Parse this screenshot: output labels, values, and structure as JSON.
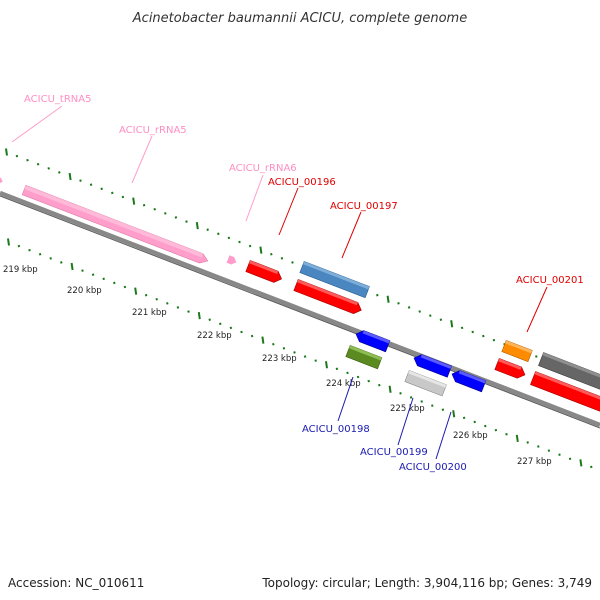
{
  "title": "Acinetobacter baumannii ACICU, complete genome",
  "footer": {
    "accession": "Accession: NC_010611",
    "summary": "Topology: circular; Length: 3,904,116 bp; Genes: 3,749"
  },
  "colors": {
    "backbone": "#808080",
    "tick": "#1a7a1a",
    "rna": "#ff9ecb",
    "rna_label": "#ff8ec4",
    "red_label": "#e00000",
    "blue_label": "#1a1ab0"
  },
  "scale_labels": [
    "219 kbp",
    "220 kbp",
    "221 kbp",
    "222 kbp",
    "223 kbp",
    "224 kbp",
    "225 kbp",
    "226 kbp",
    "227 kbp"
  ],
  "genes": [
    {
      "id": "ACICU_tRNA5",
      "color": "#ff9ecb",
      "strand": "+"
    },
    {
      "id": "ACICU_rRNA5",
      "color": "#ff9ecb",
      "strand": "+"
    },
    {
      "id": "ACICU_rRNA6",
      "color": "#ff9ecb",
      "strand": "+"
    },
    {
      "id": "ACICU_00196",
      "color": "#ff0000",
      "strand": "+"
    },
    {
      "id": "ACICU_00197",
      "color": "#4a86c0",
      "strand": "+"
    },
    {
      "id": "ACICU_00197",
      "color": "#ff0000",
      "strand": "+"
    },
    {
      "id": "ACICU_00198",
      "color": "#0000ff",
      "strand": "-"
    },
    {
      "id": "ACICU_00198",
      "color": "#5a8a20",
      "strand": "-"
    },
    {
      "id": "ACICU_00199",
      "color": "#0000ff",
      "strand": "-"
    },
    {
      "id": "ACICU_00199",
      "color": "#c8c8c8",
      "strand": "-"
    },
    {
      "id": "ACICU_00200",
      "color": "#0000ff",
      "strand": "-"
    },
    {
      "id": "ACICU_00201",
      "color": "#ff8c00",
      "strand": "+"
    },
    {
      "id": "ACICU_00201",
      "color": "#ff0000",
      "strand": "+"
    },
    {
      "id": "ACICU_00201",
      "color": "#666666",
      "strand": "+"
    },
    {
      "id": "ACICU_00201",
      "color": "#ff0000",
      "strand": "+"
    }
  ],
  "labels": {
    "trna5": "ACICU_tRNA5",
    "rrna5": "ACICU_rRNA5",
    "rrna6": "ACICU_rRNA6",
    "g196": "ACICU_00196",
    "g197": "ACICU_00197",
    "g198": "ACICU_00198",
    "g199": "ACICU_00199",
    "g200": "ACICU_00200",
    "g201": "ACICU_00201"
  }
}
